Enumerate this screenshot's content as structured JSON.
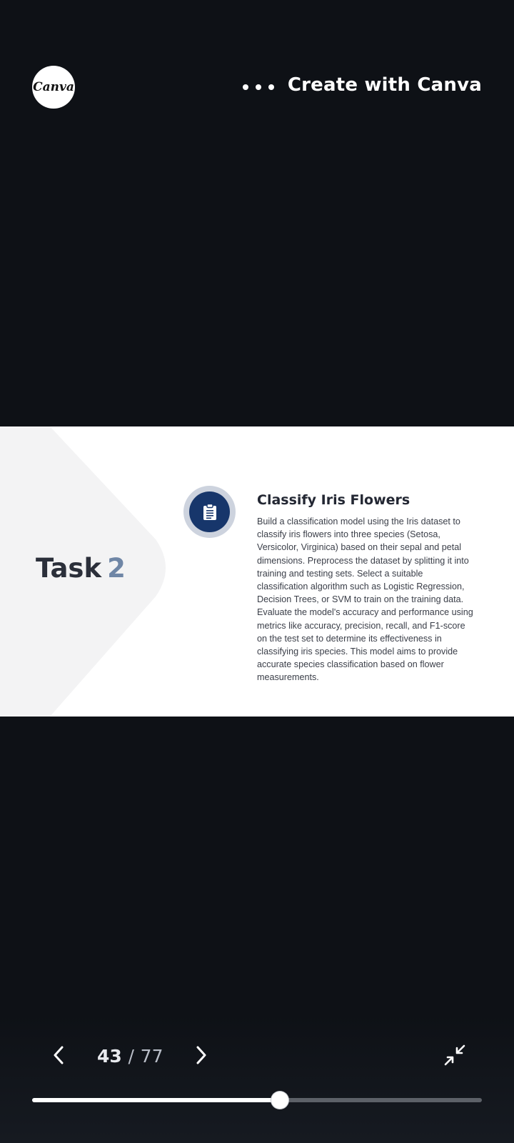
{
  "header": {
    "logo_text": "Canva",
    "more_icon": "more-dots-icon",
    "create_label": "Create with Canva"
  },
  "slide": {
    "task_word": "Task",
    "task_number": "2",
    "icon": "clipboard-icon",
    "title": "Classify Iris Flowers",
    "description": "Build a classification model using the Iris dataset to classify iris flowers into three species (Setosa, Versicolor, Virginica) based on their sepal and petal dimensions. Preprocess the dataset by splitting it into training and testing sets. Select a suitable classification algorithm such as Logistic Regression, Decision Trees, or SVM to train on the training data. Evaluate the model's accuracy and performance using metrics like accuracy, precision, recall, and F1-score on the test set to determine its effectiveness in classifying iris species. This model aims to provide accurate species classification based on flower measurements.",
    "colors": {
      "accent_number": "#6f86a6",
      "icon_bg": "#17366b",
      "chevron": "#f3f3f4"
    }
  },
  "controls": {
    "prev_icon": "chevron-left-icon",
    "next_icon": "chevron-right-icon",
    "current_page": "43",
    "separator": "/",
    "total_pages": "77",
    "fullscreen_icon": "exit-fullscreen-icon",
    "progress_fraction": 0.551
  }
}
